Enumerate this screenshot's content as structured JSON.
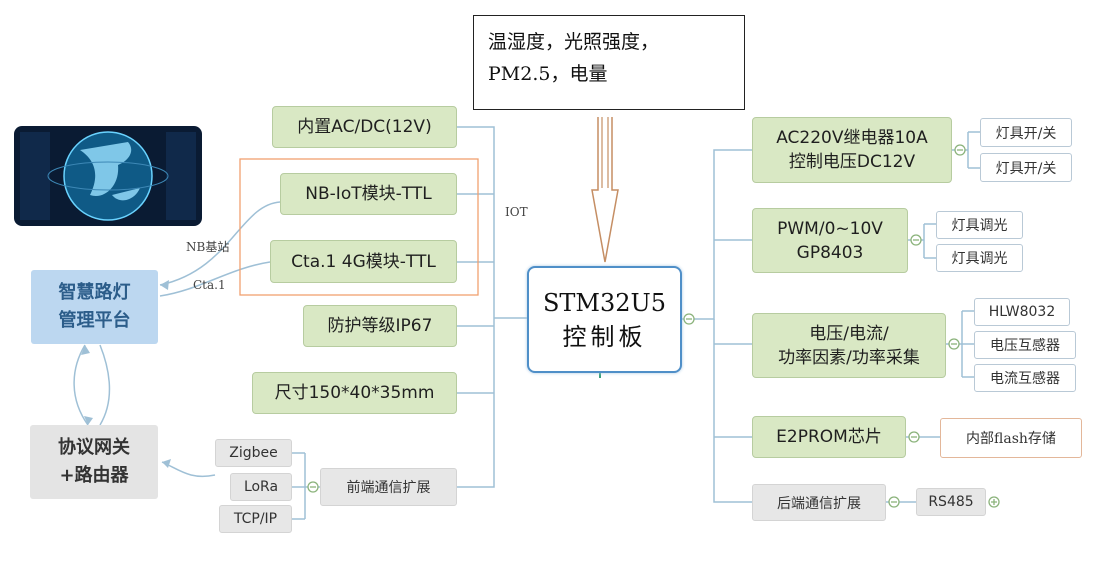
{
  "sensor_note": {
    "lines": [
      "温湿度，光照强度，",
      "PM2.5，电量"
    ]
  },
  "center": {
    "lines": [
      "STM32U5",
      "控制板"
    ]
  },
  "left_modules": [
    {
      "lines": [
        "内置AC/DC(12V)"
      ]
    },
    {
      "lines": [
        "NB-IoT模块-TTL"
      ]
    },
    {
      "lines": [
        "Cta.1 4G模块-TTL"
      ]
    },
    {
      "lines": [
        "防护等级IP67"
      ]
    },
    {
      "lines": [
        "尺寸150*40*35mm"
      ]
    }
  ],
  "iot_label": "IOT",
  "nb_label": "NB基站",
  "cta_label": "Cta.1",
  "platform": {
    "lines": [
      "智慧路灯",
      "管理平台"
    ]
  },
  "gateway": {
    "lines": [
      "协议网关",
      "+路由器"
    ]
  },
  "front_comm": {
    "label": "前端通信扩展",
    "items": [
      "Zigbee",
      "LoRa",
      "TCP/IP"
    ]
  },
  "right_modules": [
    {
      "lines": [
        "AC220V继电器10A",
        "控制电压DC12V"
      ],
      "children": [
        "灯具开/关",
        "灯具开/关"
      ]
    },
    {
      "lines": [
        "PWM/0~10V",
        "GP8403"
      ],
      "children": [
        "灯具调光",
        "灯具调光"
      ]
    },
    {
      "lines": [
        "电压/电流/",
        "功率因素/功率采集"
      ],
      "children": [
        "HLW8032",
        "电压互感器",
        "电流互感器"
      ]
    },
    {
      "lines": [
        "E2PROM芯片"
      ],
      "children": [
        "内部flash存储"
      ]
    }
  ],
  "back_comm": {
    "label": "后端通信扩展",
    "child": "RS485"
  },
  "colors": {
    "module_green": "#d9e8c4",
    "center_border": "#4f8fc8",
    "wire": "#9fc0d6",
    "platform_blue": "#bcd7f0"
  }
}
